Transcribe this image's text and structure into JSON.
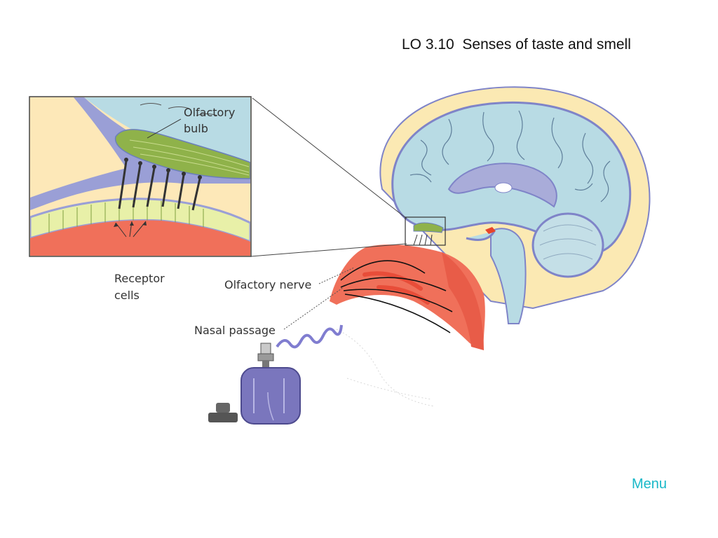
{
  "slide": {
    "title": "LO 3.10  Senses of taste and smell",
    "menu_label": "Menu"
  },
  "diagram": {
    "labels": {
      "olfactory_bulb_line1": "Olfactory",
      "olfactory_bulb_line2": "bulb",
      "receptor_cells_line1": "Receptor",
      "receptor_cells_line2": "cells",
      "olfactory_nerve": "Olfactory nerve",
      "nasal_passage": "Nasal passage"
    },
    "colors": {
      "brain": "#b8dbe4",
      "bulb": "#8fb24a",
      "epithelium": "#e8f0a8",
      "nasal_cavity": "#f0705a",
      "membrane": "#9a9fd6",
      "bone": "#fbe9b3",
      "spray_bottle": "#7a76bd",
      "scent_wave": "#6a66c8"
    }
  }
}
